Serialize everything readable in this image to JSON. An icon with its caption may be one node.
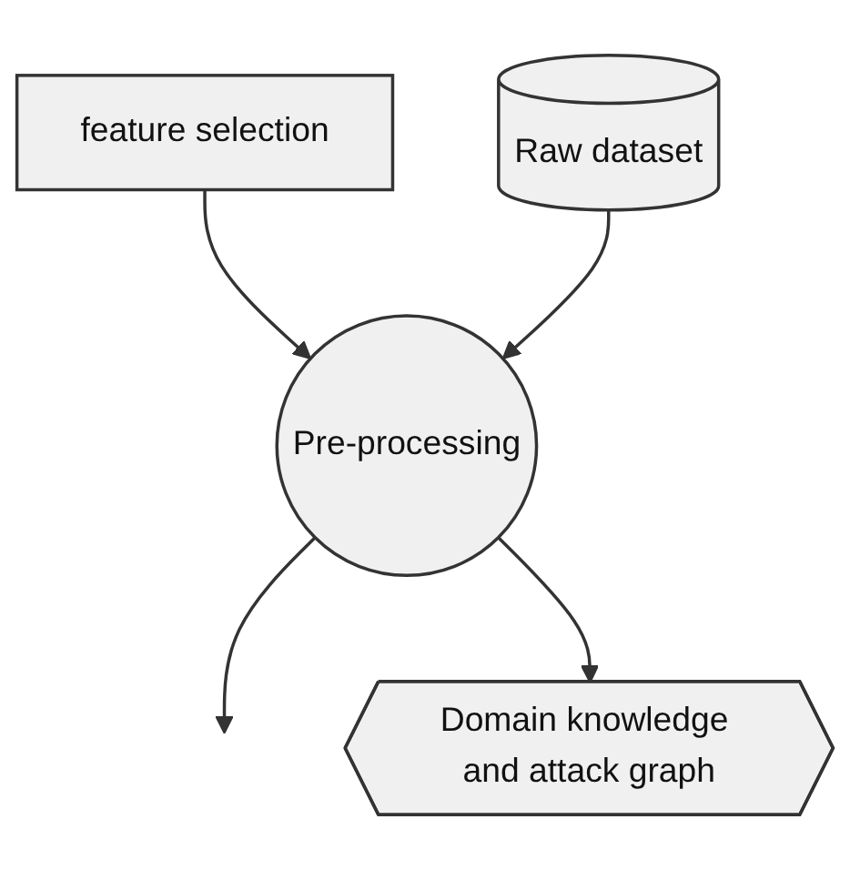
{
  "diagram": {
    "nodes": [
      {
        "text": [
          "feature selection"
        ]
      },
      {
        "text": [
          "Raw dataset"
        ]
      },
      {
        "text": [
          "Pre-processing"
        ]
      },
      {
        "text": [
          "Domain knowledge and attack graph"
        ]
      }
    ],
    "edges": [
      {
        "from": 0,
        "to": 2,
        "arrow": "to"
      },
      {
        "from": 1,
        "to": 2,
        "arrow": "to"
      },
      {
        "from": 2,
        "to": null,
        "arrow": "to"
      },
      {
        "from": 2,
        "to": 3,
        "arrow": "to"
      }
    ]
  }
}
